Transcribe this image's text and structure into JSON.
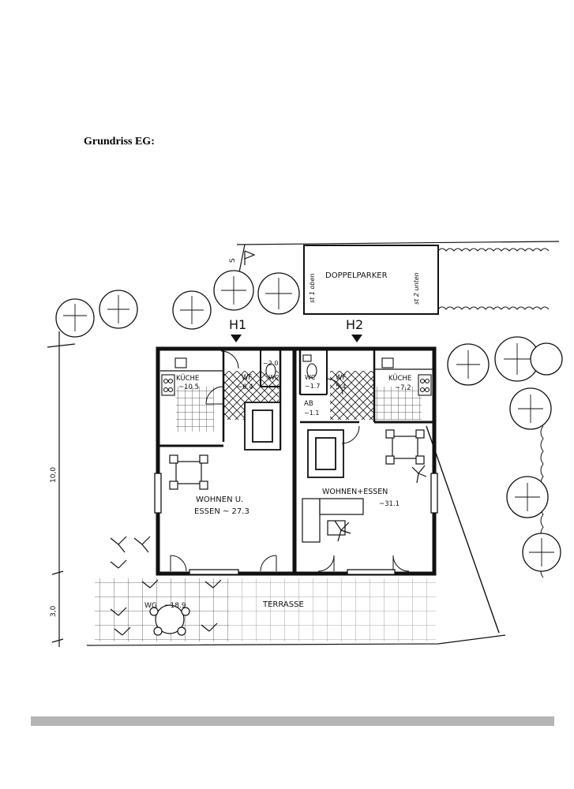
{
  "heading": "Grundriss EG:",
  "plan": {
    "entrances": {
      "h1": "H1",
      "h2": "H2"
    },
    "north_mark": "S",
    "parking": {
      "label": "DOPPELPARKER",
      "left_note": "st 1 oben",
      "right_note": "st 2 unten"
    },
    "rooms": {
      "kueche1": {
        "name": "KÜCHE",
        "area": "~10.5"
      },
      "wf1": {
        "name": "WF",
        "area": "~6.4"
      },
      "wc1": {
        "name": "WC",
        "area": "~2.0"
      },
      "wc2": {
        "name": "WC",
        "area": "~1.7"
      },
      "wf2": {
        "name": "WF",
        "area": "5.4"
      },
      "ab": {
        "name": "AB",
        "area": "~1.1"
      },
      "kueche2": {
        "name": "KÜCHE",
        "area": "~7.2"
      },
      "wohnen1": {
        "line1": "WOHNEN U.",
        "line2": "ESSEN ~ 27.3"
      },
      "wohnen2": {
        "name": "WOHNEN+ESSEN",
        "area": "~31.1"
      },
      "wg": {
        "name": "WG",
        "area": "~18.9"
      },
      "terrasse": {
        "name": "TERRASSE"
      }
    },
    "dimensions": {
      "depth": "10,0",
      "terrace": "3,0"
    }
  },
  "colors": {
    "ink": "#111111",
    "footer_bar": "#b5b5b5"
  }
}
